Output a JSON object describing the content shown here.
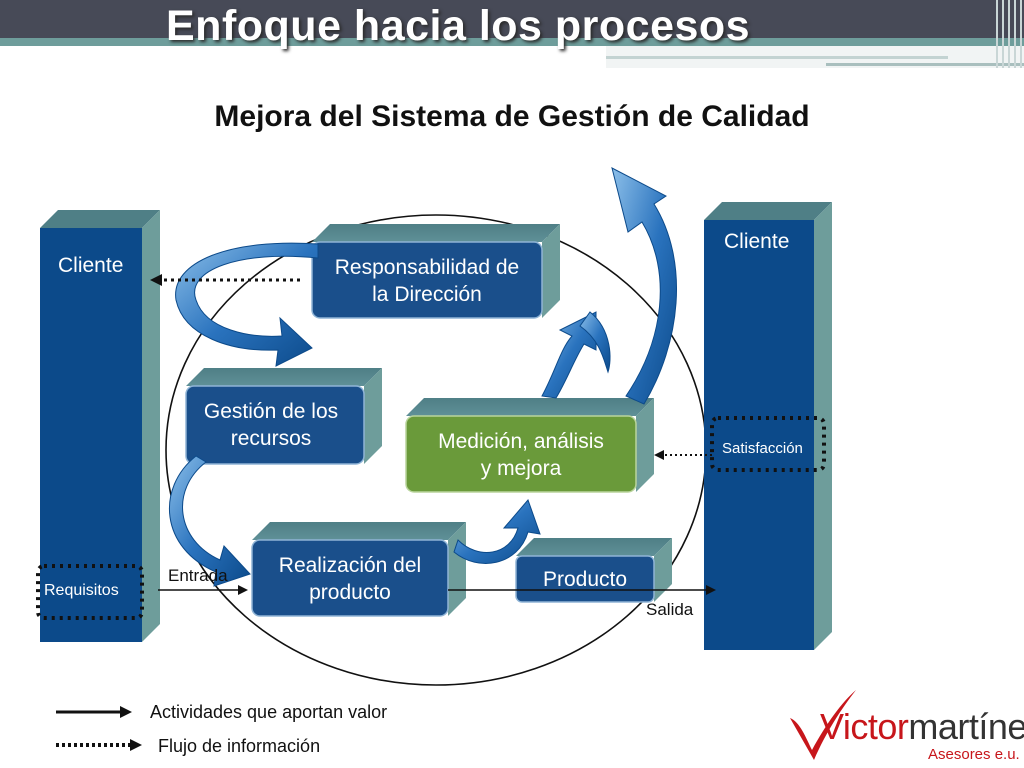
{
  "header": {
    "title": "Enfoque hacia los procesos"
  },
  "diagram": {
    "subtitle": "Mejora del Sistema de Gestión de Calidad",
    "client_left": {
      "label": "Cliente",
      "requirements": "Requisitos"
    },
    "client_right": {
      "label": "Cliente",
      "satisfaction": "Satisfacción"
    },
    "processes": {
      "management": {
        "line1": "Responsabilidad de",
        "line2": "la Dirección"
      },
      "resources": {
        "line1": "Gestión de los",
        "line2": "recursos"
      },
      "measurement": {
        "line1": "Medición, análisis",
        "line2": "y mejora"
      },
      "realization": {
        "line1": "Realización del",
        "line2": "producto"
      },
      "product": {
        "label": "Producto"
      }
    },
    "flow_labels": {
      "input": "Entrada",
      "output": "Salida"
    },
    "legend": {
      "value_activities": "Actividades que aportan valor",
      "information_flow": "Flujo de información"
    },
    "colors": {
      "header": "#474a57",
      "teal": "#6e9d9b",
      "process_blue": "#1a4f8b",
      "process_green": "#6a9a3a",
      "arrow_blue": "#2a73be",
      "column_blue": "#0c4a8a"
    }
  },
  "logo": {
    "name_prefix": "V",
    "name_mid": "ictor",
    "name_last": "martínez",
    "tagline": "Asesores e.u."
  }
}
